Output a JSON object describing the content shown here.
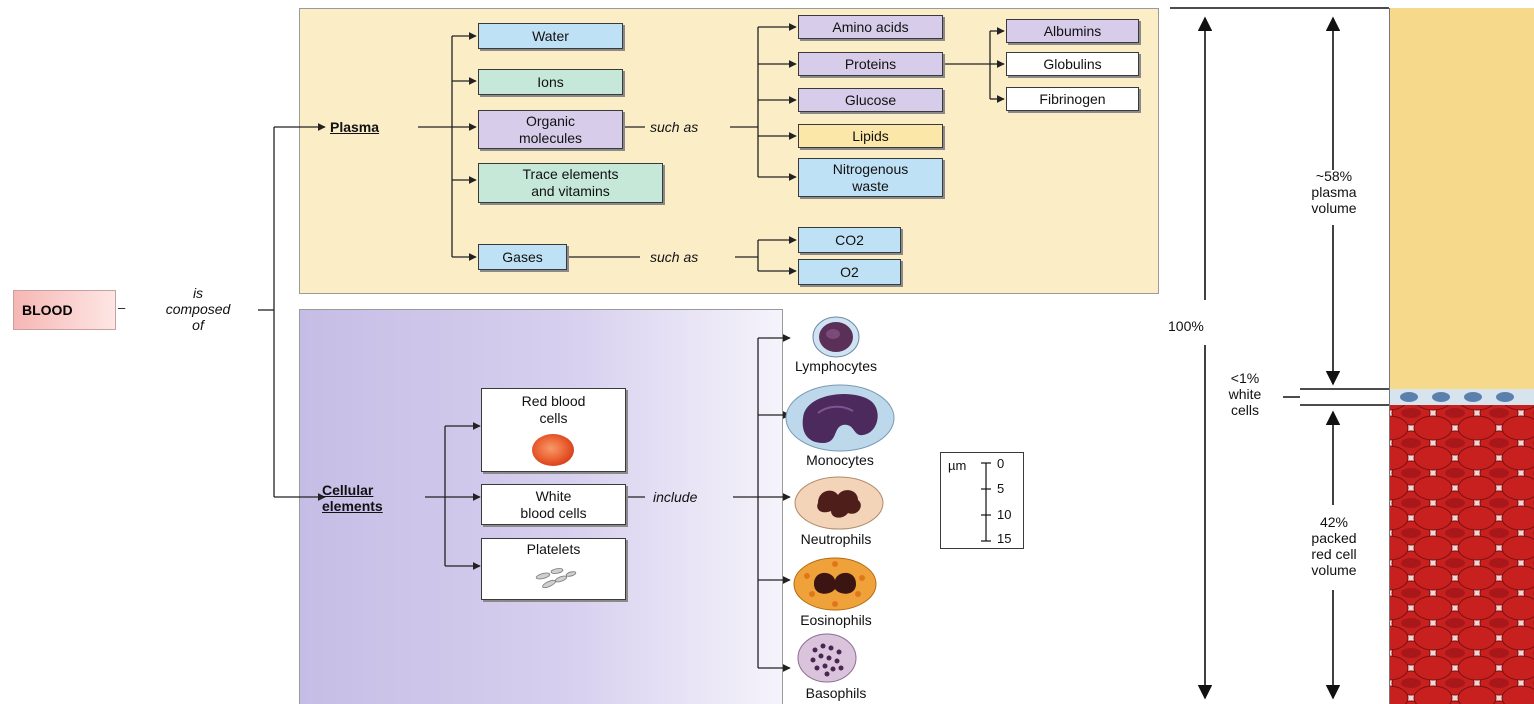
{
  "blood": {
    "label": "BLOOD",
    "connector": "is\ncomposed\nof"
  },
  "plasma": {
    "label": "Plasma",
    "components": [
      "Water",
      "Ions",
      "Organic\nmolecules",
      "Trace elements\nand vitamins",
      "Gases"
    ],
    "organic_such_as": "such as",
    "organic_examples": [
      "Amino acids",
      "Proteins",
      "Glucose",
      "Lipids",
      "Nitrogenous\nwaste"
    ],
    "proteins": [
      "Albumins",
      "Globulins",
      "Fibrinogen"
    ],
    "gases_such_as": "such as",
    "gases": [
      "CO2",
      "O2"
    ]
  },
  "cellular": {
    "label": "Cellular\nelements",
    "components": [
      "Red blood\ncells",
      "White\nblood cells",
      "Platelets"
    ],
    "include": "include",
    "white_cells": [
      "Lymphocytes",
      "Monocytes",
      "Neutrophils",
      "Eosinophils",
      "Basophils"
    ]
  },
  "scale": {
    "unit": "µm",
    "ticks": [
      "0",
      "5",
      "10",
      "15"
    ]
  },
  "hematocrit": {
    "total": "100%",
    "plasma": "~58%\nplasma\nvolume",
    "white": "<1%\nwhite\ncells",
    "red": "42%\npacked\nred cell\nvolume"
  },
  "colors": {
    "plasma_panel": "#fbeec7",
    "cell_panel": "#c6bde6",
    "plasma_tube": "#f6d98a",
    "rbc": "#c8201f"
  }
}
